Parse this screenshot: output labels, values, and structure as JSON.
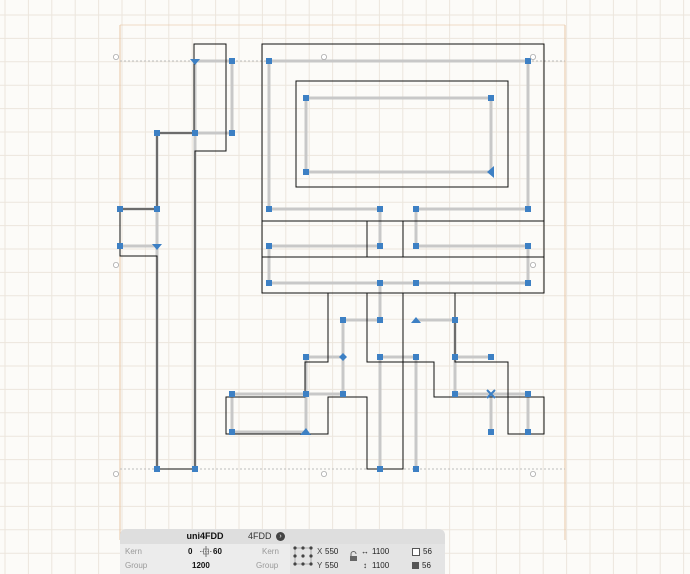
{
  "glyph": {
    "name": "uni4FDD",
    "unicode": "4FDD"
  },
  "left_panel": {
    "kern_label": "Kern",
    "kern_left": "0",
    "kern_right": "60",
    "group_label": "Group",
    "group_value": "1200"
  },
  "right_panel": {
    "kern_label": "Kern",
    "group_label": "Group",
    "x_label": "X",
    "x_value": "550",
    "y_label": "Y",
    "y_value": "550",
    "width_symbol": "↔",
    "width_value": "1100",
    "height_symbol": "↕",
    "height_value": "1100",
    "count_a": "56",
    "count_b": "56"
  },
  "icons": {
    "unicode_button": "arrow-right-circle-icon",
    "kern_lock": "kern-link-icon",
    "position_reference": "position-grid-icon",
    "lock": "lock-icon",
    "nodes_outline": "square-outline-icon",
    "nodes_filled": "square-filled-icon"
  },
  "colors": {
    "background": "#fcfbf8",
    "grid": "#ece6dd",
    "metric_line": "#e9c7a6",
    "outline": "#111111",
    "node": "#3d80c4",
    "handle_line": "#c8c8c8"
  }
}
